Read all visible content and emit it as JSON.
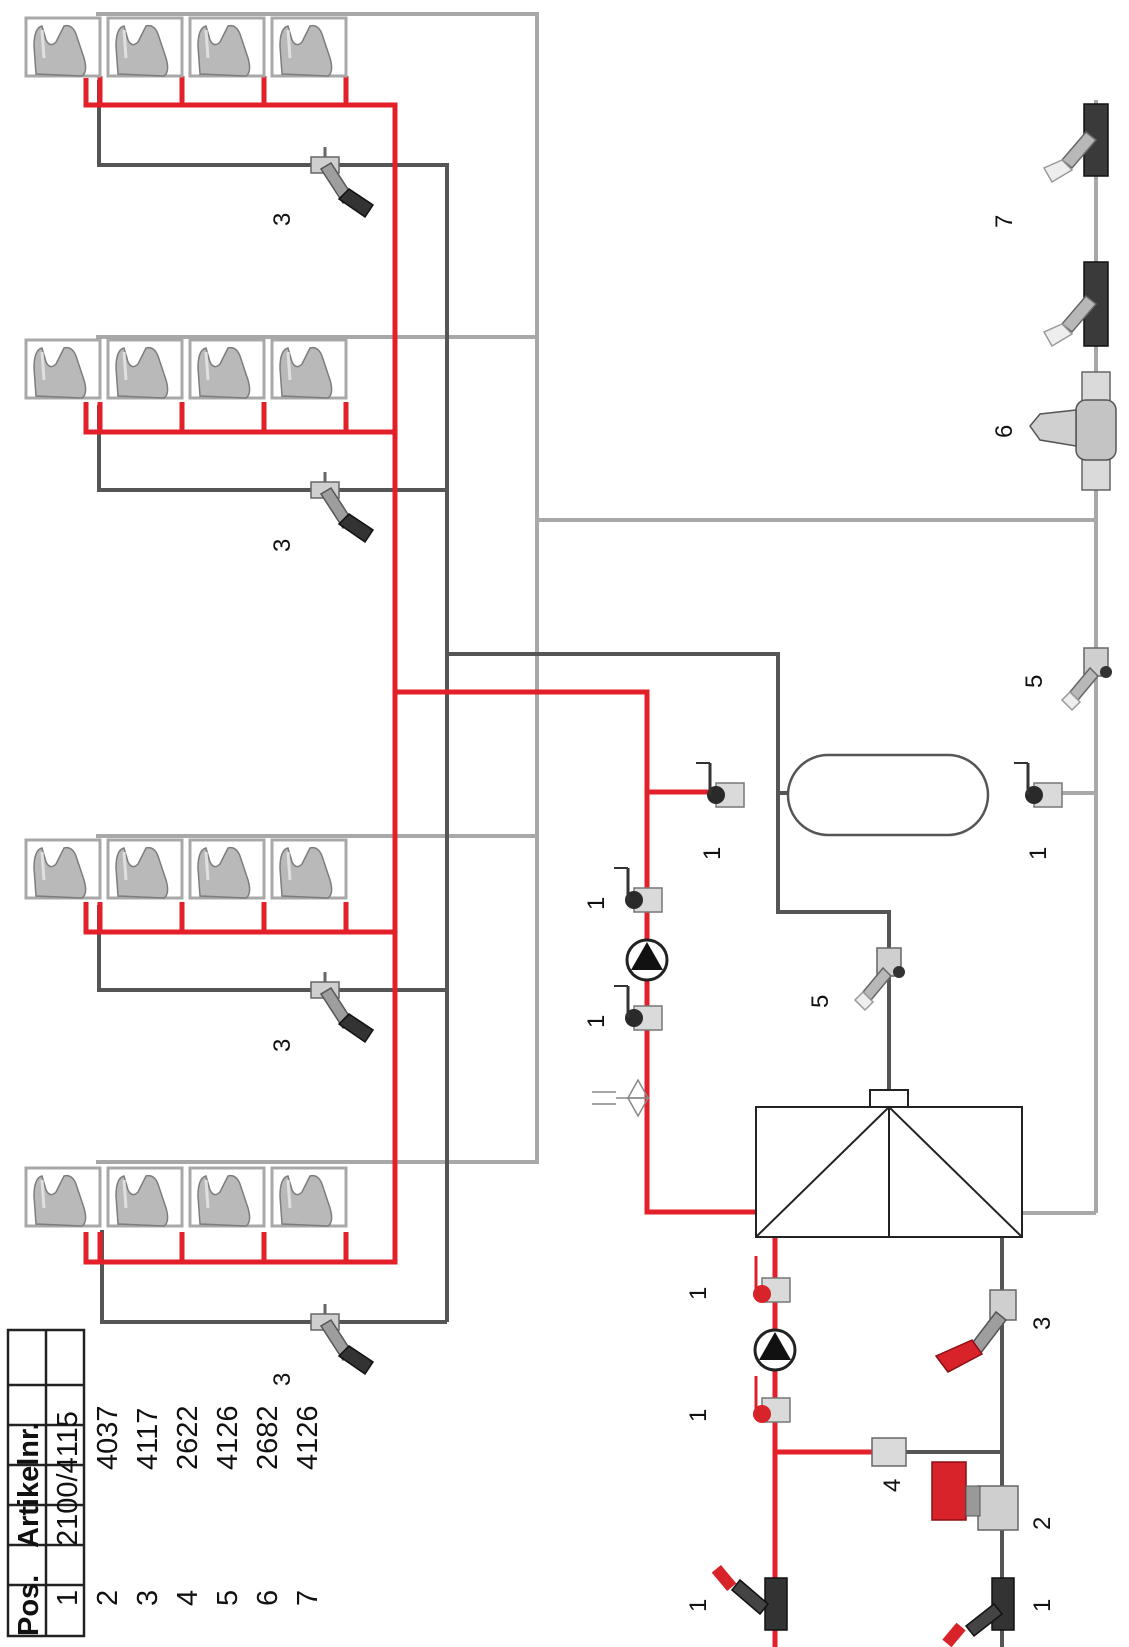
{
  "table": {
    "header_pos": "Pos.",
    "header_art": "Artikelnr.",
    "rows": [
      {
        "pos": "1",
        "art": "2100/4115"
      },
      {
        "pos": "2",
        "art": "4037"
      },
      {
        "pos": "3",
        "art": "4117"
      },
      {
        "pos": "4",
        "art": "2622"
      },
      {
        "pos": "5",
        "art": "4126"
      },
      {
        "pos": "6",
        "art": "2682"
      },
      {
        "pos": "7",
        "art": "4126"
      }
    ]
  },
  "labels": {
    "p1": "1",
    "p2": "2",
    "p3": "3",
    "p4": "4",
    "p5": "5",
    "p6": "6",
    "p7": "7"
  },
  "colors": {
    "hot": "#e3202a",
    "return": "#555555",
    "cold": "#a8a8a8",
    "valve_handle": "#d8232a"
  }
}
